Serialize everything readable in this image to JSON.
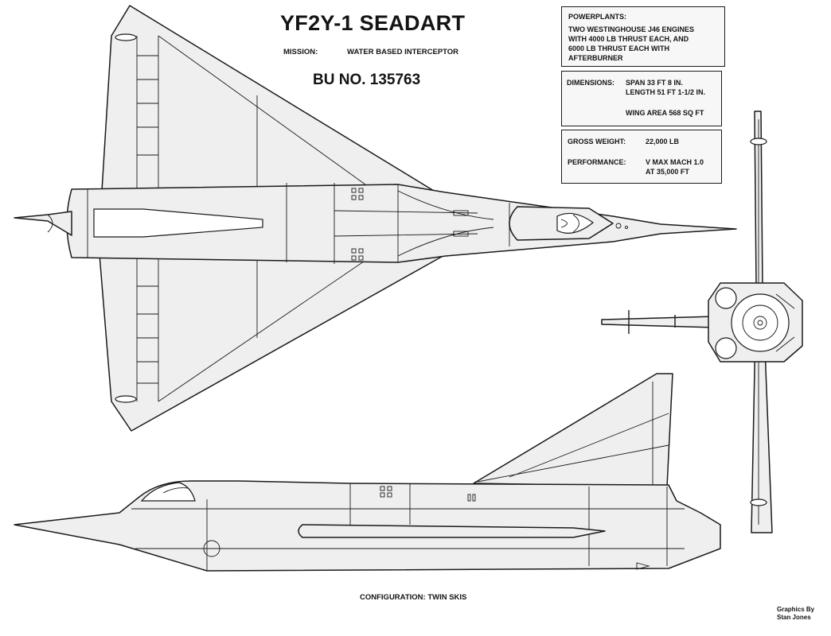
{
  "title": "YF2Y-1 SEADART",
  "mission": {
    "label": "MISSION:",
    "value": "WATER BASED INTERCEPTOR"
  },
  "bu_no": "BU NO. 135763",
  "powerplants": {
    "heading": "POWERPLANTS:",
    "lines": [
      "TWO WESTINGHOUSE J46 ENGINES",
      "WITH 4000 LB THRUST EACH, AND",
      "6000 LB THRUST EACH WITH",
      "AFTERBURNER"
    ]
  },
  "dimensions": {
    "label": "DIMENSIONS:",
    "span": "SPAN 33 FT 8 IN.",
    "length": "LENGTH 51 FT 1-1/2 IN.",
    "wing_area": "WING AREA 568 SQ FT"
  },
  "gross_weight": {
    "label": "GROSS WEIGHT:",
    "value": "22,000 LB"
  },
  "performance": {
    "label": "PERFORMANCE:",
    "line1": "V MAX MACH 1.0",
    "line2": "AT 35,000 FT"
  },
  "configuration": "CONFIGURATION: TWIN SKIS",
  "credit": {
    "line1": "Graphics By",
    "line2": "Stan Jones"
  }
}
